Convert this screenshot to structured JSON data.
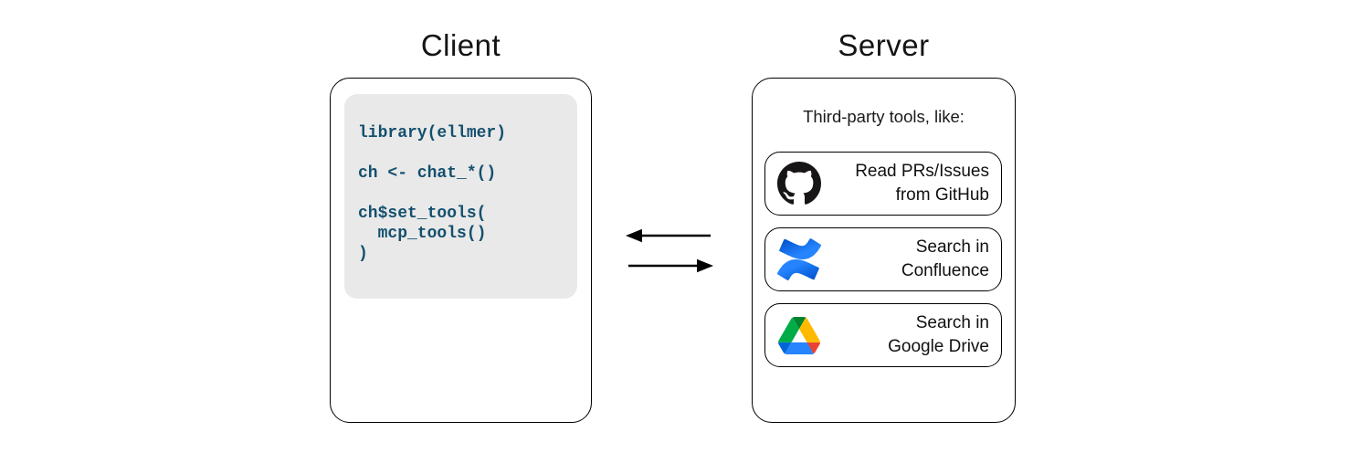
{
  "client": {
    "title": "Client",
    "code": "library(ellmer)\n\nch <- chat_*()\n\nch$set_tools(\n  mcp_tools()\n)"
  },
  "server": {
    "title": "Server",
    "subtitle": "Third-party tools, like:",
    "tools": [
      {
        "id": "github",
        "icon": "github-icon",
        "line1": "Read PRs/Issues",
        "line2": "from GitHub"
      },
      {
        "id": "confluence",
        "icon": "confluence-icon",
        "line1": "Search in",
        "line2": "Confluence"
      },
      {
        "id": "google-drive",
        "icon": "google-drive-icon",
        "line1": "Search in",
        "line2": "Google Drive"
      }
    ]
  },
  "connection": {
    "arrow_top": "server-to-client",
    "arrow_bottom": "client-to-server"
  },
  "colors": {
    "code_text": "#14506e",
    "code_background": "#e9e9e9",
    "box_border": "#000000",
    "title_text": "#141414",
    "github_black": "#171515",
    "confluence_blue_dark": "#0052cc",
    "confluence_blue_light": "#2684ff",
    "drive_blue": "#2684fc",
    "drive_cornflower": "#0066da",
    "drive_green": "#00ac47",
    "drive_dark_green": "#00832d",
    "drive_yellow": "#ffba00",
    "drive_red": "#ea4335"
  }
}
